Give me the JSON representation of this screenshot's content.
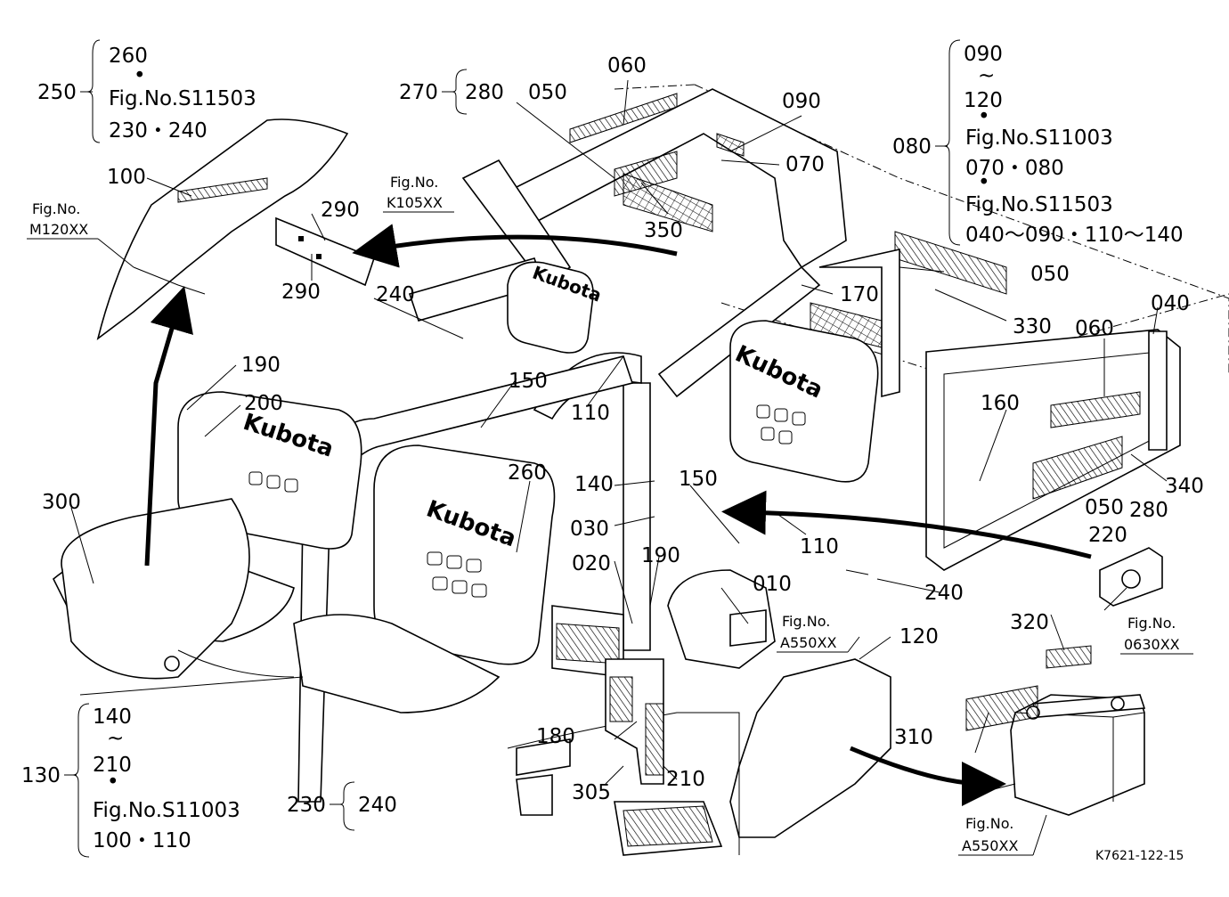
{
  "diagram": {
    "labels": {
      "l_010": "010",
      "l_020": "020",
      "l_030": "030",
      "l_040": "040",
      "l_050_top": "050",
      "l_050_right": "050",
      "l_050_lower": "050",
      "l_060_top": "060",
      "l_060_right": "060",
      "l_070": "070",
      "l_090": "090",
      "l_100": "100",
      "l_110_a": "110",
      "l_110_b": "110",
      "l_120": "120",
      "l_140": "140",
      "l_150_a": "150",
      "l_150_b": "150",
      "l_160": "160",
      "l_170": "170",
      "l_180": "180",
      "l_190_a": "190",
      "l_190_b": "190",
      "l_200": "200",
      "l_210": "210",
      "l_220": "220",
      "l_240_a": "240",
      "l_240_b": "240",
      "l_260": "260",
      "l_280_b": "280",
      "l_290_a": "290",
      "l_290_b": "290",
      "l_300": "300",
      "l_305": "305",
      "l_310": "310",
      "l_320": "320",
      "l_330": "330",
      "l_340": "340",
      "l_350": "350"
    },
    "groups": {
      "g250": {
        "ref": "250",
        "lines": [
          "260",
          "•",
          "Fig.No.S11503",
          "230・240"
        ]
      },
      "g270": {
        "ref": "270",
        "lines": [
          "280"
        ]
      },
      "g080": {
        "ref": "080",
        "lines": [
          "090",
          "~",
          "120",
          "•",
          "Fig.No.S11003",
          "070・080",
          "•",
          "Fig.No.S11503",
          "040～090・110～140"
        ]
      },
      "g130": {
        "ref": "130",
        "lines": [
          "140",
          "~",
          "210",
          "•",
          "Fig.No.S11003",
          "100・110"
        ]
      },
      "g230": {
        "ref": "230",
        "lines": [
          "240"
        ]
      }
    },
    "figrefs": {
      "m120": {
        "line1": "Fig.No.",
        "line2": "M120XX"
      },
      "k105": {
        "line1": "Fig.No.",
        "line2": "K105XX"
      },
      "a550_center": {
        "line1": "Fig.No.",
        "line2": "A550XX"
      },
      "f0630": {
        "line1": "Fig.No.",
        "line2": "0630XX"
      },
      "a550_battery": {
        "line1": "Fig.No.",
        "line2": "A550XX"
      }
    },
    "brand_text": [
      "Kubota",
      "Kubota",
      "Kubota",
      "Kubota"
    ],
    "drawing_code": "K7621-122-15"
  }
}
